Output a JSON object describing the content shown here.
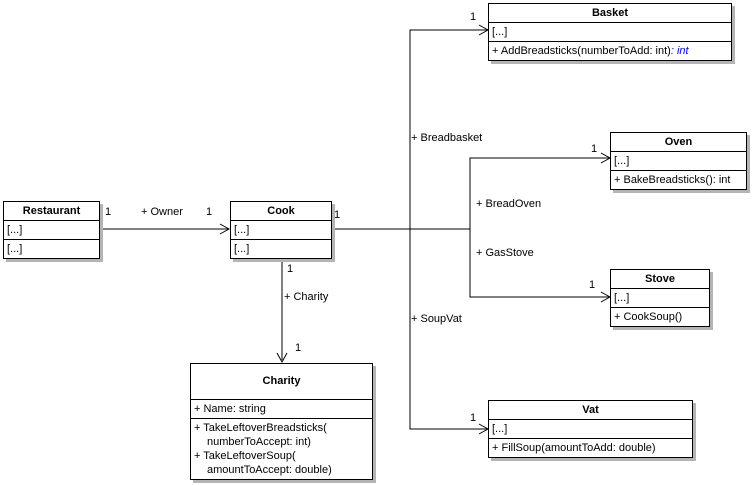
{
  "diagram_type": "uml-class-diagram",
  "colors": {
    "box_fill": "#ffffff",
    "line": "#000000",
    "box_shadow": "#b4b4b4",
    "return_type_blue": "#0000ff"
  },
  "classes": {
    "restaurant": {
      "name": "Restaurant",
      "attributes": "[...]",
      "methods": "[...]"
    },
    "cook": {
      "name": "Cook",
      "attributes": "[...]",
      "methods": "[...]"
    },
    "basket": {
      "name": "Basket",
      "attributes": "[...]",
      "method_signature": "+ AddBreadsticks(numberToAdd: int)",
      "method_return": ": int"
    },
    "oven": {
      "name": "Oven",
      "attributes": "[...]",
      "method": "+ BakeBreadsticks(): int"
    },
    "stove": {
      "name": "Stove",
      "attributes": "[...]",
      "method": "+ CookSoup()"
    },
    "vat": {
      "name": "Vat",
      "attributes": "[...]",
      "method": "+ FillSoup(amountToAdd: double)"
    },
    "charity": {
      "name": "Charity",
      "attribute": "+ Name: string",
      "method1_line1": "+ TakeLeftoverBreadsticks(",
      "method1_line2": "numberToAccept: int)",
      "method2_line1": "+ TakeLeftoverSoup(",
      "method2_line2": "amountToAccept: double)"
    }
  },
  "edges": {
    "owner": {
      "label": "+ Owner",
      "source_multiplicity": "1",
      "target_multiplicity": "1"
    },
    "cook_shared": {
      "source_multiplicity": "1"
    },
    "breadbasket": {
      "label": "+ Breadbasket",
      "target_multiplicity": "1"
    },
    "breadoven": {
      "label": "+ BreadOven",
      "target_multiplicity": "1"
    },
    "gasstove": {
      "label": "+ GasStove",
      "target_multiplicity": "1"
    },
    "soupvat": {
      "label": "+ SoupVat",
      "target_multiplicity": "1"
    },
    "charity": {
      "label": "+ Charity",
      "source_multiplicity": "1",
      "target_multiplicity": "1"
    }
  }
}
